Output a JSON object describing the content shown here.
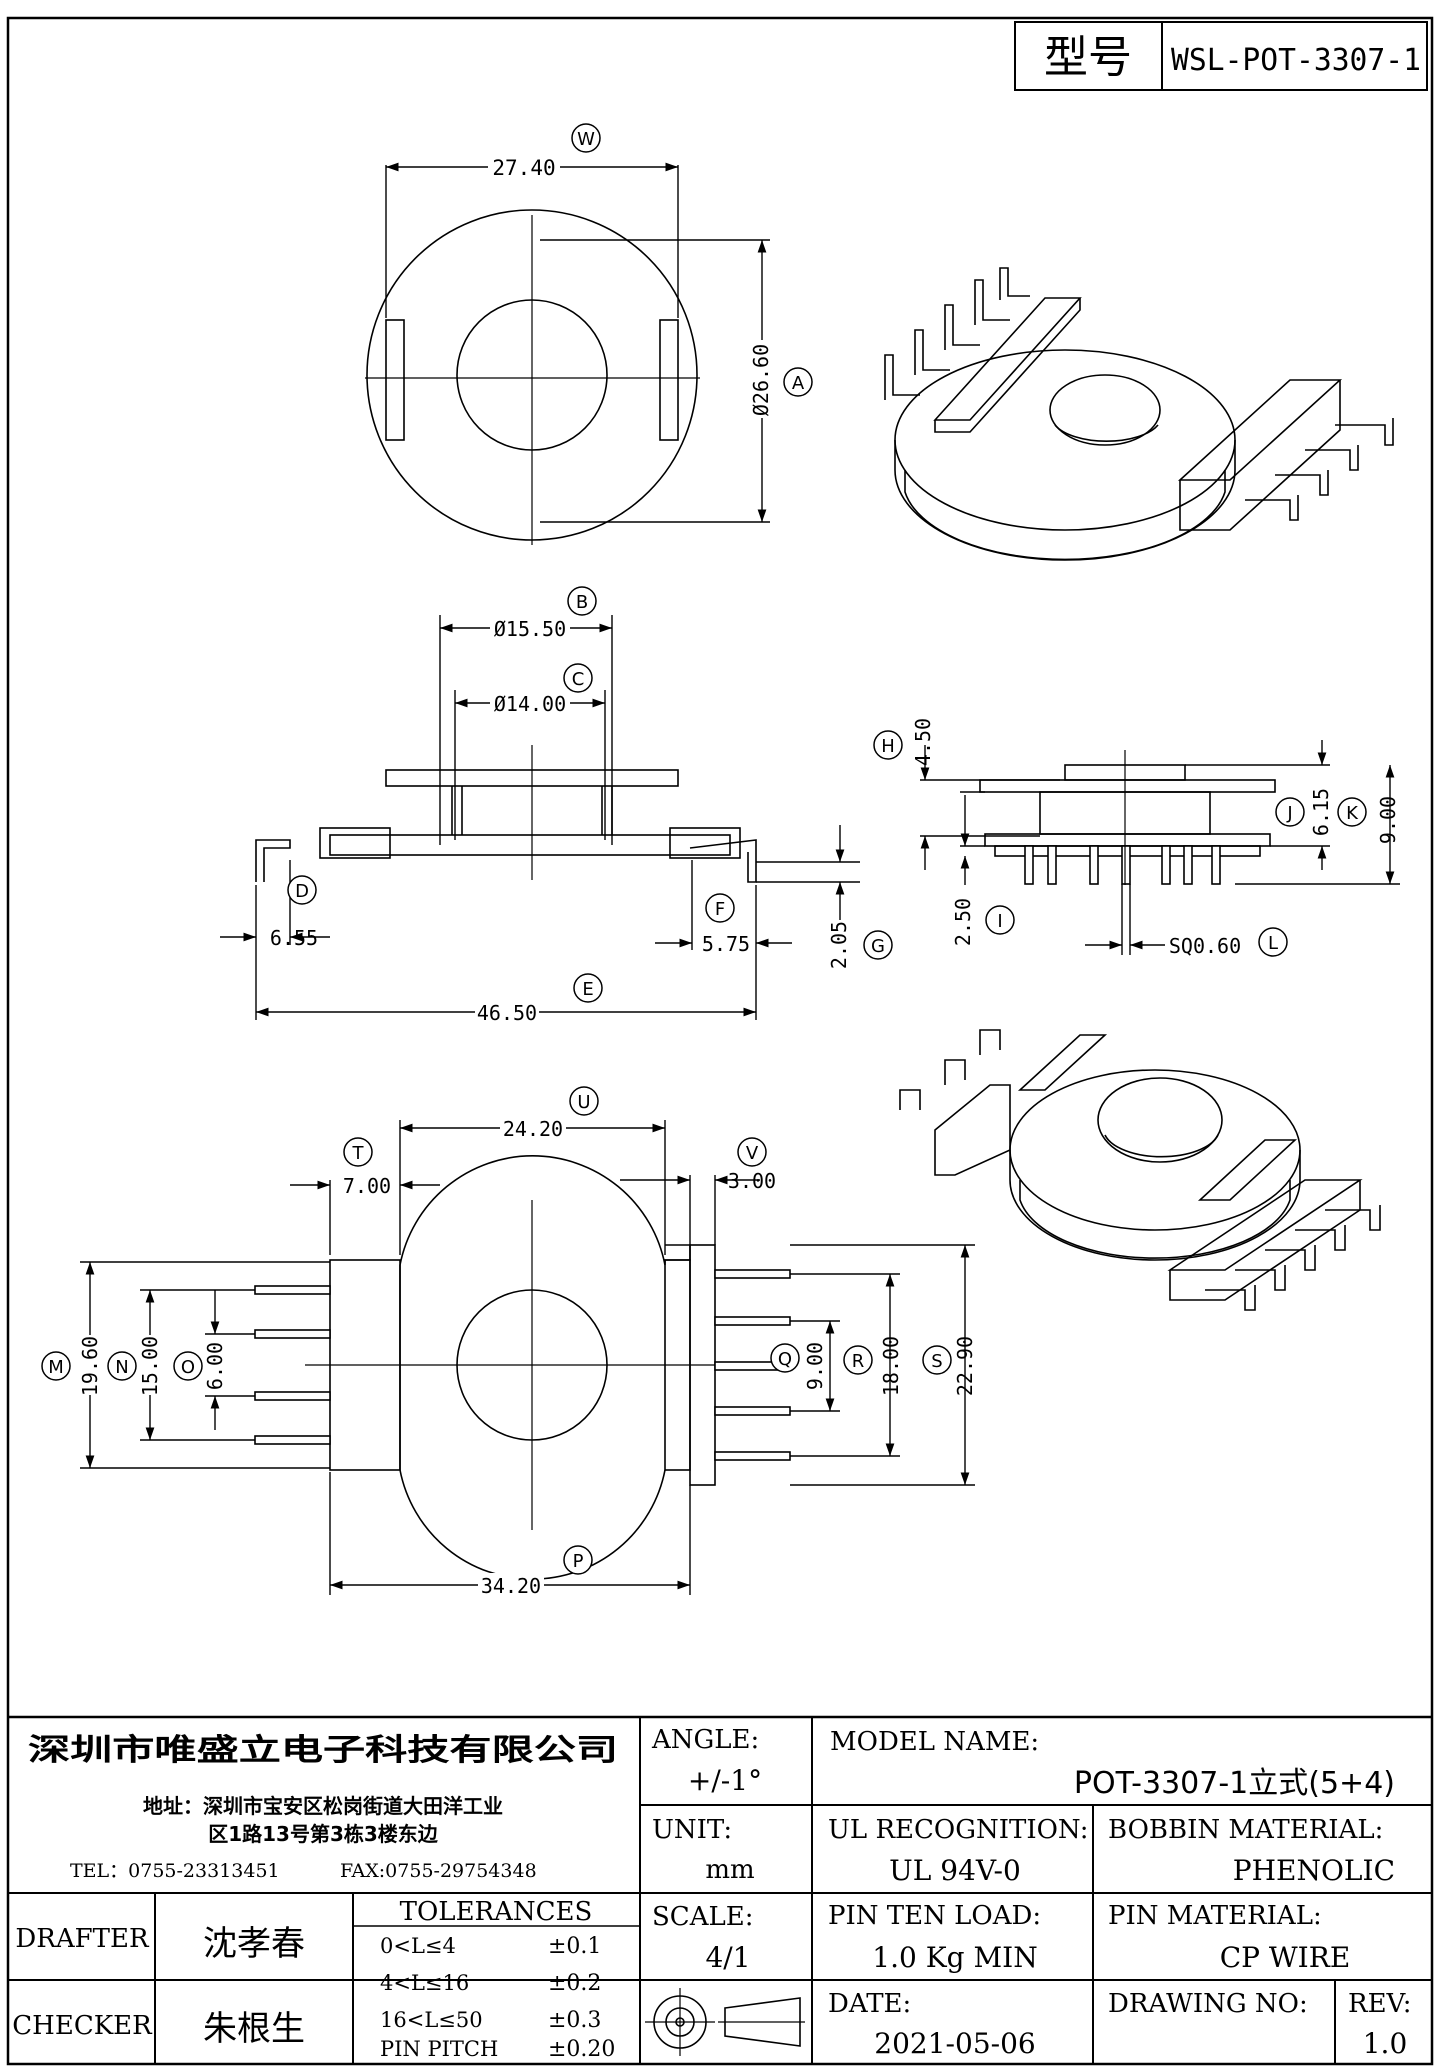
{
  "title_block_top": {
    "model_label": "型号",
    "model_value": "WSL-POT-3307-1"
  },
  "dimensions": {
    "W": {
      "letter": "W",
      "value": "27.40"
    },
    "A": {
      "letter": "A",
      "value": "Ø26.60"
    },
    "B": {
      "letter": "B",
      "value": "Ø15.50"
    },
    "C": {
      "letter": "C",
      "value": "Ø14.00"
    },
    "D": {
      "letter": "D",
      "value": "6.55"
    },
    "E": {
      "letter": "E",
      "value": "46.50"
    },
    "F": {
      "letter": "F",
      "value": "5.75"
    },
    "G": {
      "letter": "G",
      "value": "2.05"
    },
    "H": {
      "letter": "H",
      "value": "4.50"
    },
    "I": {
      "letter": "I",
      "value": "2.50"
    },
    "J": {
      "letter": "J",
      "value": "6.15"
    },
    "K": {
      "letter": "K",
      "value": "9.00"
    },
    "L": {
      "letter": "L",
      "value": "SQ0.60"
    },
    "U": {
      "letter": "U",
      "value": "24.20"
    },
    "T": {
      "letter": "T",
      "value": "7.00"
    },
    "V": {
      "letter": "V",
      "value": "3.00"
    },
    "M": {
      "letter": "M",
      "value": "19.60"
    },
    "N": {
      "letter": "N",
      "value": "15.00"
    },
    "O": {
      "letter": "O",
      "value": "6.00"
    },
    "Q": {
      "letter": "Q",
      "value": "9.00"
    },
    "R": {
      "letter": "R",
      "value": "18.00"
    },
    "S": {
      "letter": "S",
      "value": "22.90"
    },
    "P": {
      "letter": "P",
      "value": "34.20"
    }
  },
  "company": {
    "name": "深圳市唯盛立电子科技有限公司",
    "address_line1": "地址：深圳市宝安区松岗街道大田洋工业",
    "address_line2": "区1路13号第3栋3楼东边",
    "tel": "TEL：0755-23313451",
    "fax": "FAX:0755-29754348"
  },
  "angle": {
    "label": "ANGLE:",
    "value": "+/-1°"
  },
  "unit": {
    "label": "UNIT:",
    "value": "mm"
  },
  "scale": {
    "label": "SCALE:",
    "value": "4/1"
  },
  "model_name": {
    "label": "MODEL NAME:",
    "value": "POT-3307-1立式(5+4)"
  },
  "ul": {
    "label": "UL RECOGNITION:",
    "value": "UL 94V-0"
  },
  "bobbin_material": {
    "label": "BOBBIN MATERIAL:",
    "value": "PHENOLIC"
  },
  "pin_ten_load": {
    "label": "PIN TEN LOAD:",
    "value": "1.0 Kg MIN"
  },
  "pin_material": {
    "label": "PIN MATERIAL:",
    "value": "CP WIRE"
  },
  "date": {
    "label": "DATE:",
    "value": "2021-05-06"
  },
  "drawing_no": {
    "label": "DRAWING NO:"
  },
  "rev": {
    "label": "REV:",
    "value": "1.0"
  },
  "drafter": {
    "label": "DRAFTER",
    "name": "沈孝春"
  },
  "checker": {
    "label": "CHECKER",
    "name": "朱根生"
  },
  "tolerances": {
    "header": "TOLERANCES",
    "rows": [
      {
        "range": "0<L≤4",
        "value": "±0.1"
      },
      {
        "range": "4<L≤16",
        "value": "±0.2"
      },
      {
        "range": "16<L≤50",
        "value": "±0.3"
      },
      {
        "range": "PIN PITCH",
        "value": "±0.20"
      }
    ]
  }
}
